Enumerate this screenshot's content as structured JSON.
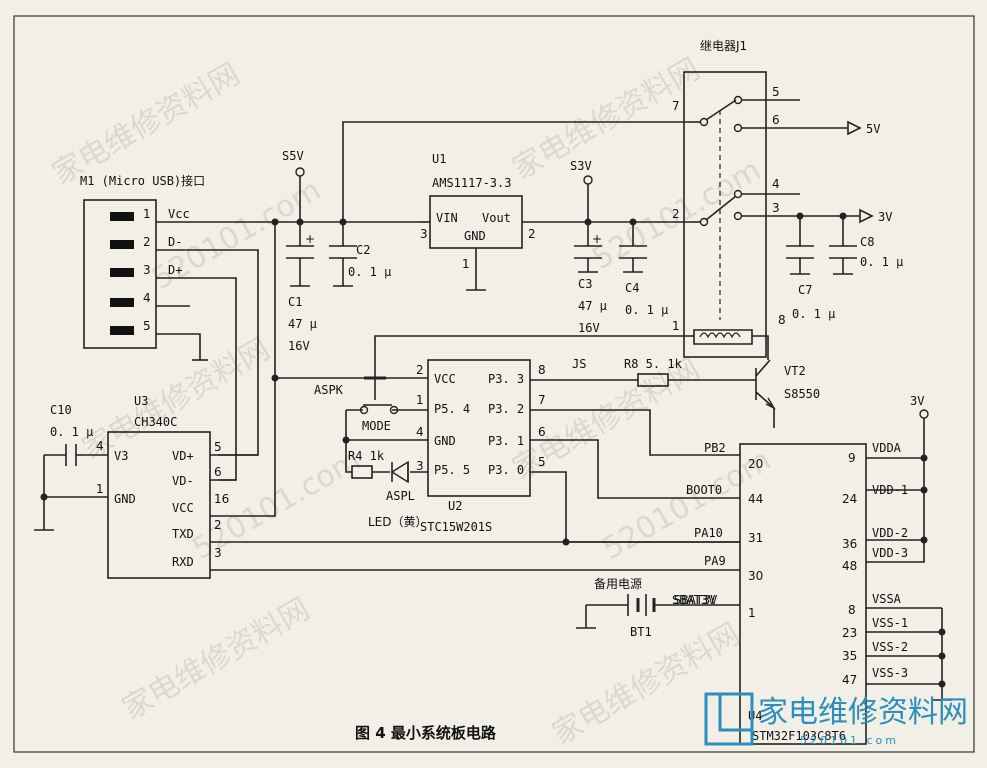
{
  "caption": "图 4 最小系统板电路",
  "watermark": {
    "brand": "家电维修资料网",
    "site": "520101.com"
  },
  "connectors": {
    "m1": {
      "title": "M1 (Micro USB)接口",
      "pins": [
        "1",
        "2",
        "3",
        "4",
        "5"
      ],
      "signals": [
        "Vcc",
        "D-",
        "D+"
      ]
    }
  },
  "nets": {
    "s5v": "S5V",
    "s3v": "S3V",
    "v3": "3V",
    "out5v": "5V",
    "out3v": "3V",
    "js": "JS",
    "sbat": "SBAT3V"
  },
  "u1": {
    "ref": "U1",
    "part": "AMS1117-3.3",
    "vin": "VIN",
    "vout": "Vout",
    "gnd": "GND",
    "pin_in": "3",
    "pin_out": "2",
    "pin_gnd": "1"
  },
  "relay": {
    "title": "继电器J1",
    "pins": {
      "p7": "7",
      "p5": "5",
      "p6": "6",
      "p2": "2",
      "p4": "4",
      "p3": "3",
      "p1": "1",
      "p8": "8"
    }
  },
  "caps": {
    "c1": {
      "ref": "C1",
      "v1": "47 μ",
      "v2": "16V"
    },
    "c2": {
      "ref": "C2",
      "val": "0. 1 μ"
    },
    "c3": {
      "ref": "C3",
      "v1": "47 μ",
      "v2": "16V"
    },
    "c4": {
      "ref": "C4",
      "val": "0. 1 μ"
    },
    "c7": {
      "ref": "C7",
      "val": "0. 1 μ"
    },
    "c8": {
      "ref": "C8",
      "val": "0. 1 μ"
    },
    "c10": {
      "ref": "C10",
      "val": "0. 1 μ"
    }
  },
  "u3": {
    "ref": "U3",
    "part": "CH340C",
    "left": [
      {
        "pin": "4",
        "name": "V3"
      },
      {
        "pin": "1",
        "name": "GND"
      }
    ],
    "right": [
      {
        "pin": "5",
        "name": "VD+"
      },
      {
        "pin": "6",
        "name": "VD-"
      },
      {
        "pin": "16",
        "name": "VCC"
      },
      {
        "pin": "2",
        "name": "TXD"
      },
      {
        "pin": "3",
        "name": "RXD"
      }
    ]
  },
  "u2": {
    "ref": "U2",
    "part": "STC15W201S",
    "left": [
      {
        "pin": "2",
        "name": "VCC"
      },
      {
        "pin": "1",
        "name": "P5. 4"
      },
      {
        "pin": "4",
        "name": "GND"
      },
      {
        "pin": "3",
        "name": "P5. 5"
      }
    ],
    "right": [
      {
        "pin": "8",
        "name": "P3. 3"
      },
      {
        "pin": "7",
        "name": "P3. 2"
      },
      {
        "pin": "6",
        "name": "P3. 1"
      },
      {
        "pin": "5",
        "name": "P3. 0"
      }
    ]
  },
  "parts": {
    "aspk": "ASPK",
    "mode": "MODE",
    "r4": "R4  1k",
    "aspl": "ASPL",
    "led": "LED（黄）",
    "r8": "R8  5. 1k",
    "vt2": "VT2",
    "s8550": "S8550",
    "backup": "备用电源",
    "bt1": "BT1"
  },
  "u4": {
    "ref": "U4",
    "part": "STM32F103C8T6",
    "left": [
      {
        "pin": "20",
        "name": "PB2"
      },
      {
        "pin": "44",
        "name": "BOOT0"
      },
      {
        "pin": "31",
        "name": "PA10"
      },
      {
        "pin": "30",
        "name": "PA9"
      },
      {
        "pin": "1",
        "name": "SBAT3V"
      }
    ],
    "right": [
      {
        "pin": "9",
        "name": "VDDA"
      },
      {
        "pin": "24",
        "name": "VDD-1"
      },
      {
        "pin": "36",
        "name": "VDD-2"
      },
      {
        "pin": "48",
        "name": "VDD-3"
      },
      {
        "pin": "8",
        "name": "VSSA"
      },
      {
        "pin": "23",
        "name": "VSS-1"
      },
      {
        "pin": "35",
        "name": "VSS-2"
      },
      {
        "pin": "47",
        "name": "VSS-3"
      }
    ]
  }
}
